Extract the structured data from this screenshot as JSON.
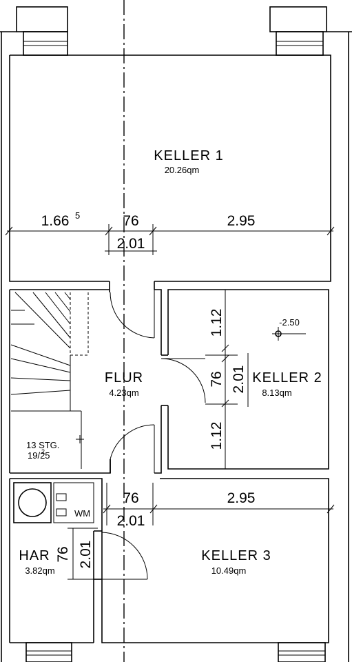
{
  "rooms": {
    "keller1": {
      "name": "KELLER 1",
      "area": "20.26qm"
    },
    "keller2": {
      "name": "KELLER 2",
      "area": "8.13qm"
    },
    "keller3": {
      "name": "KELLER 3",
      "area": "10.49qm"
    },
    "flur": {
      "name": "FLUR",
      "area": "4.23qm"
    },
    "har": {
      "name": "HAR",
      "area": "3.82qm"
    }
  },
  "dimensions": {
    "k1_left": "1.66",
    "k1_left_sup": "5",
    "k1_door_width": "76",
    "k1_right": "2.95",
    "k1_door_height": "2.01",
    "k2_top": "1.12",
    "k2_door_width": "76",
    "k2_door_height": "2.01",
    "k2_bottom": "1.12",
    "k3_door_width": "76",
    "k3_right": "2.95",
    "k3_door_height": "2.01",
    "har_door_width": "76",
    "har_door_height": "2.01"
  },
  "annotations": {
    "level": "-2.50",
    "stairs_line1": "13 STG.",
    "stairs_line2": "19/25",
    "stairs_sup": "2",
    "wm": "WM"
  }
}
